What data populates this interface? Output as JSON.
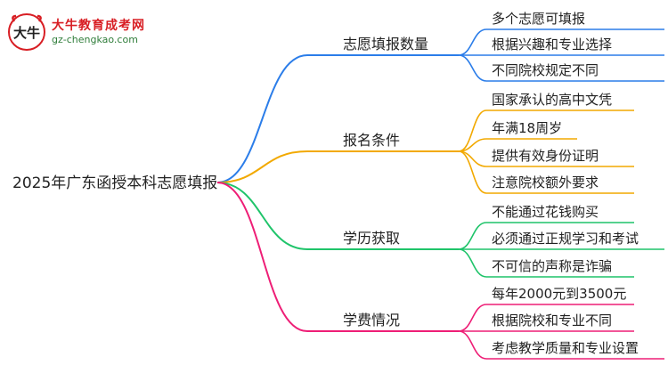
{
  "brand": {
    "name": "大牛教育成考网",
    "url": "gz-chengkao.com",
    "mark_text": "大牛",
    "mark_color": "#d81e24"
  },
  "root": {
    "label": "2025年广东函授本科志愿填报"
  },
  "branches": [
    {
      "label": "志愿填报数量",
      "color": "#2b7de9",
      "leaves": [
        "多个志愿可填报",
        "根据兴趣和专业选择",
        "不同院校规定不同"
      ]
    },
    {
      "label": "报名条件",
      "color": "#f2a900",
      "leaves": [
        "国家承认的高中文凭",
        "年满18周岁",
        "提供有效身份证明",
        "注意院校额外要求"
      ]
    },
    {
      "label": "学历获取",
      "color": "#1fc46a",
      "leaves": [
        "不能通过花钱购买",
        "必须通过正规学习和考试",
        "不可信的声称是诈骗"
      ]
    },
    {
      "label": "学费情况",
      "color": "#ee1e76",
      "leaves": [
        "每年2000元到3500元",
        "根据院校和专业不同",
        "考虑教学质量和专业设置"
      ]
    }
  ]
}
